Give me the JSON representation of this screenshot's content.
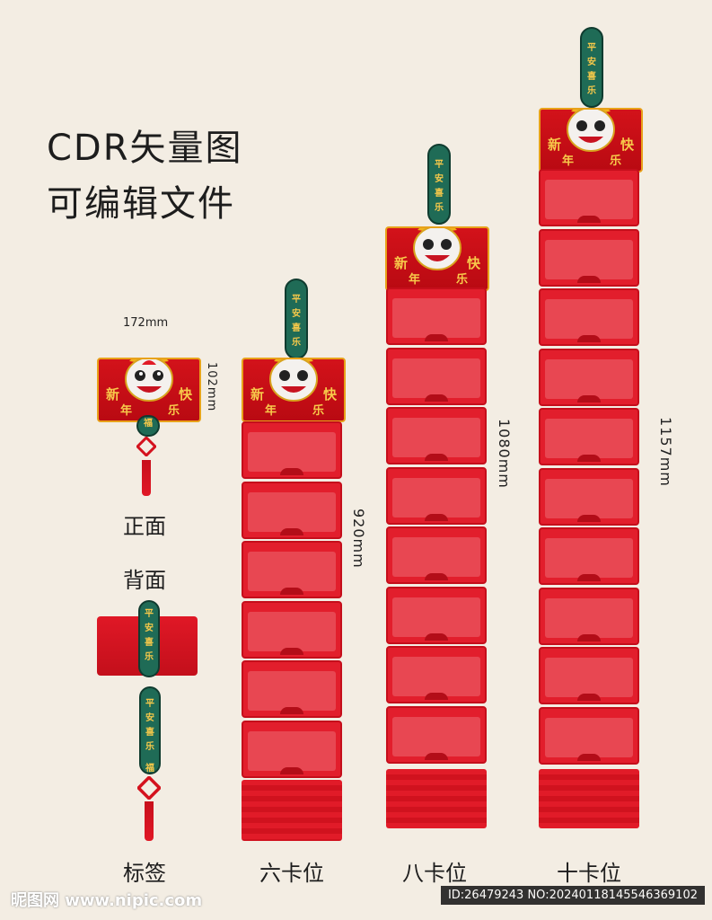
{
  "heading": {
    "line1": "CDR矢量图",
    "line2": "可编辑文件"
  },
  "dimensions": {
    "width": "172mm",
    "height": "102mm",
    "six": "920mm",
    "eight": "1080mm",
    "ten": "1157mm"
  },
  "labels": {
    "front": "正面",
    "back": "背面",
    "tag": "标签",
    "six": "六卡位",
    "eight": "八卡位",
    "ten": "十卡位"
  },
  "header_text": {
    "xin": "新",
    "kuai": "快",
    "nian": "年",
    "le": "乐",
    "fu": "福"
  },
  "tab_text": [
    "平",
    "安",
    "喜",
    "乐"
  ],
  "pockets": {
    "six": 6,
    "eight": 8,
    "ten": 10
  },
  "watermark": {
    "left": "昵图网 www.nipic.com",
    "right": "ID:26479243 NO:20240118145546369102"
  },
  "colors": {
    "red": "#e21e2c",
    "green": "#1f6b56",
    "gold": "#f7c94a",
    "background": "#f3ede3"
  }
}
